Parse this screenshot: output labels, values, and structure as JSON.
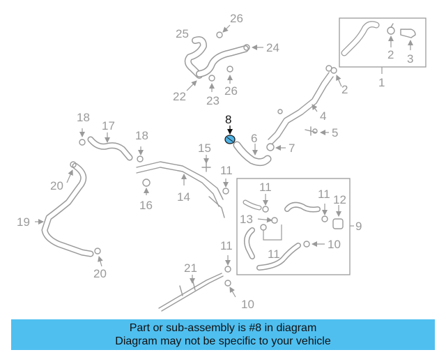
{
  "callouts": {
    "c1": "1",
    "c2a": "2",
    "c2b": "2",
    "c3": "3",
    "c4": "4",
    "c5": "5",
    "c6": "6",
    "c7": "7",
    "c8": "8",
    "c9": "9",
    "c10a": "10",
    "c10b": "10",
    "c11a": "11",
    "c11b": "11",
    "c11c": "11",
    "c11d": "11",
    "c11e": "11",
    "c12": "12",
    "c13": "13",
    "c14": "14",
    "c15": "15",
    "c16": "16",
    "c17": "17",
    "c18a": "18",
    "c18b": "18",
    "c19": "19",
    "c20a": "20",
    "c20b": "20",
    "c21": "21",
    "c22": "22",
    "c23": "23",
    "c24": "24",
    "c25": "25",
    "c26a": "26",
    "c26b": "26"
  },
  "caption": {
    "line1": "Part or sub-assembly is #8 in diagram",
    "line2": "Diagram may not be specific to your vehicle"
  },
  "colors": {
    "line": "#9a9a9a",
    "highlight_part": "#4fb3e6",
    "caption_bg": "#4fbff0",
    "caption_text": "#111111"
  }
}
